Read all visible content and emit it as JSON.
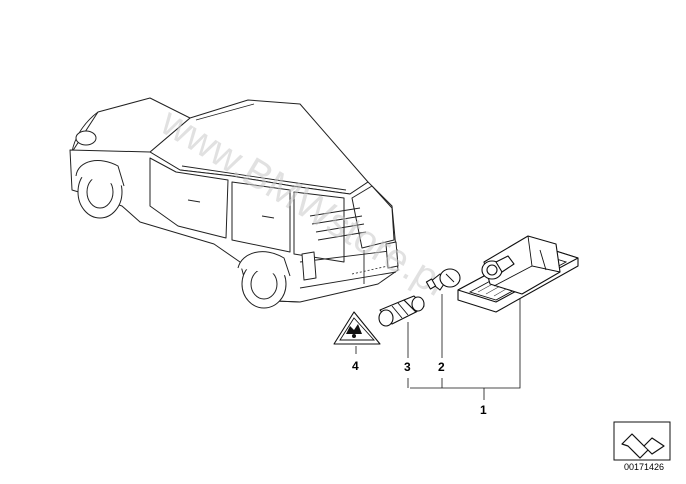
{
  "watermark": {
    "text": "www.BMWstore.pl"
  },
  "callouts": [
    {
      "id": "1",
      "label": "1"
    },
    {
      "id": "2",
      "label": "2"
    },
    {
      "id": "3",
      "label": "3"
    },
    {
      "id": "4",
      "label": "4"
    }
  ],
  "doc_number": "00171426",
  "icons": {
    "car": "mini-clubman-car-icon",
    "lamp_housing": "licence-plate-lamp-housing-icon",
    "bulb": "bulb-icon",
    "socket": "bulb-socket-icon",
    "warning_label": "warning-triangle-label-icon",
    "navigation": "folded-arrow-nav-icon"
  },
  "colors": {
    "line": "#111111",
    "watermark": "#c8c8c8",
    "background": "#ffffff"
  }
}
